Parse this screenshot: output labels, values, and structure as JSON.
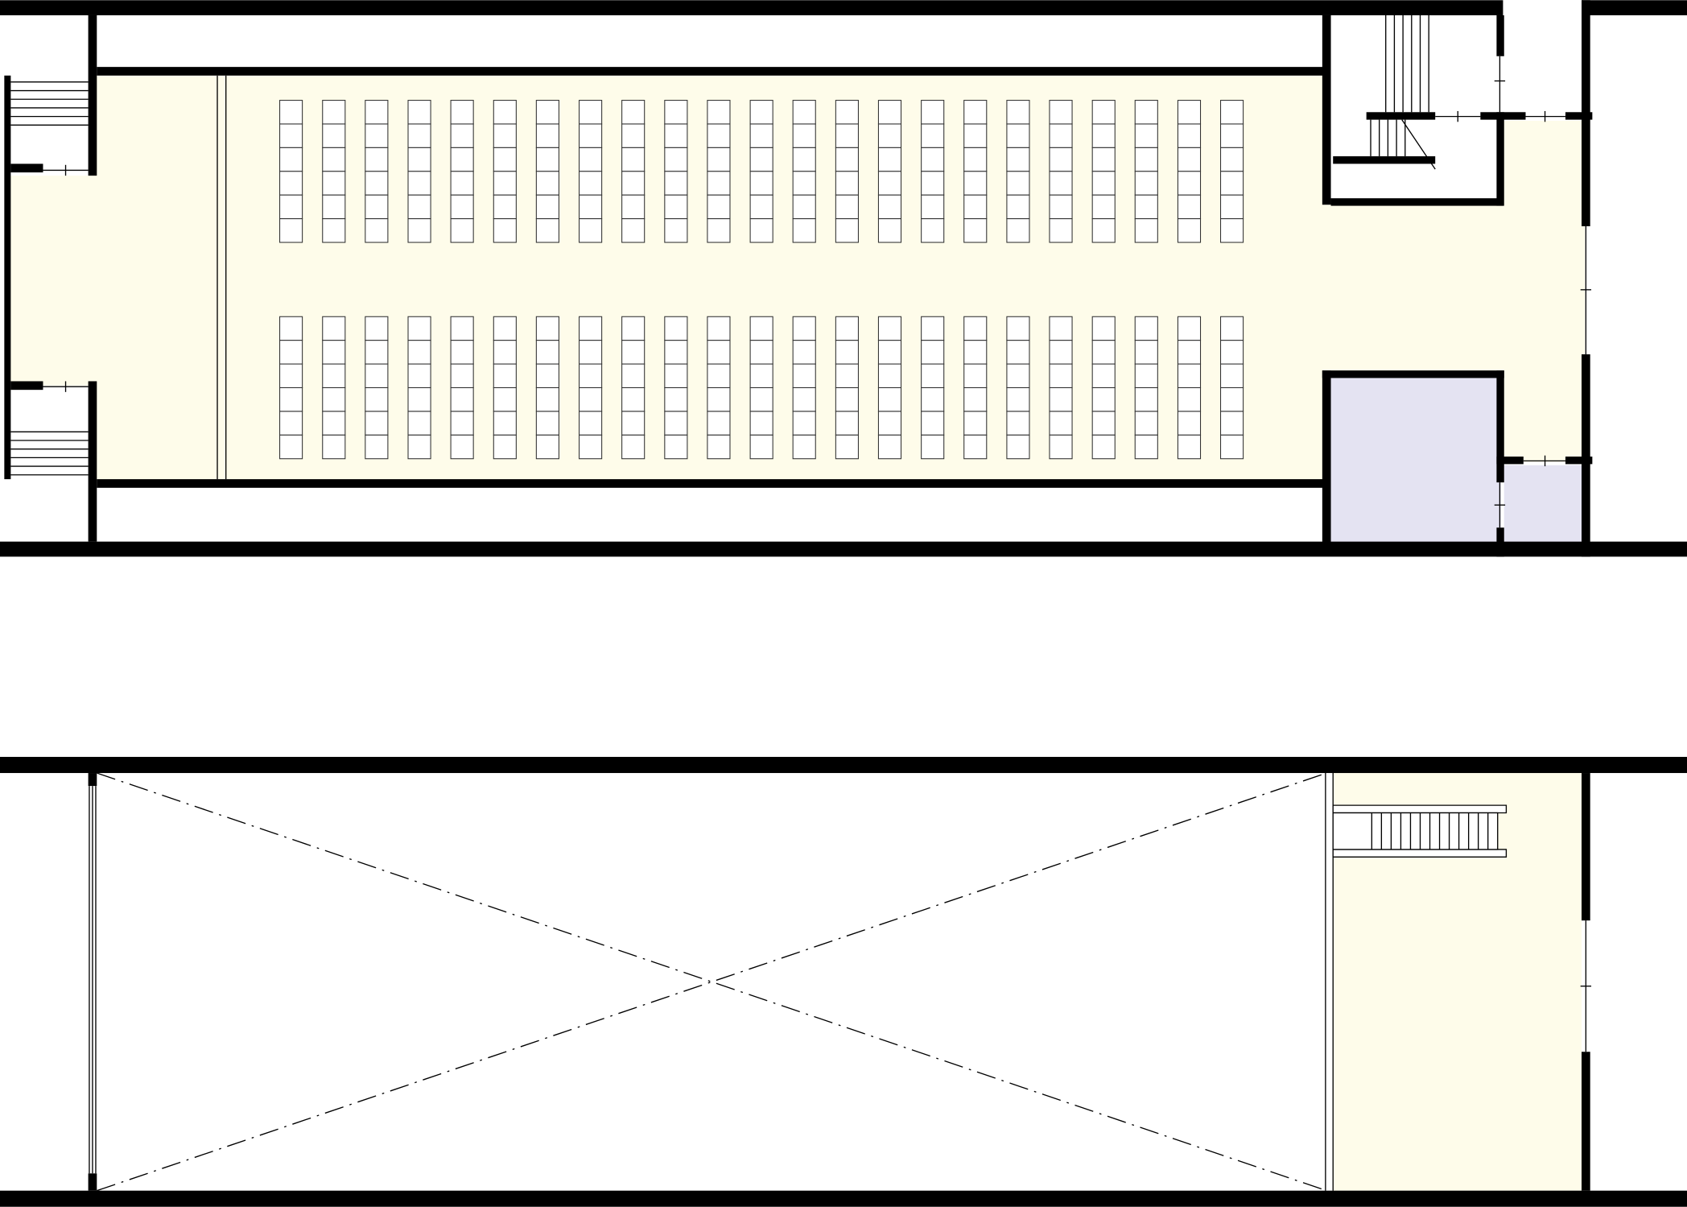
{
  "plans": [
    {
      "id": "upper-floor",
      "rows_per_block": 6,
      "columns": 23,
      "blocks": 2
    },
    {
      "id": "lower-floor"
    }
  ],
  "colors": {
    "wall": "#000000",
    "floor_cream": "#fefcea",
    "floor_lavender": "#e4e3f2",
    "background": "#ffffff",
    "seat_stroke": "#333333"
  }
}
